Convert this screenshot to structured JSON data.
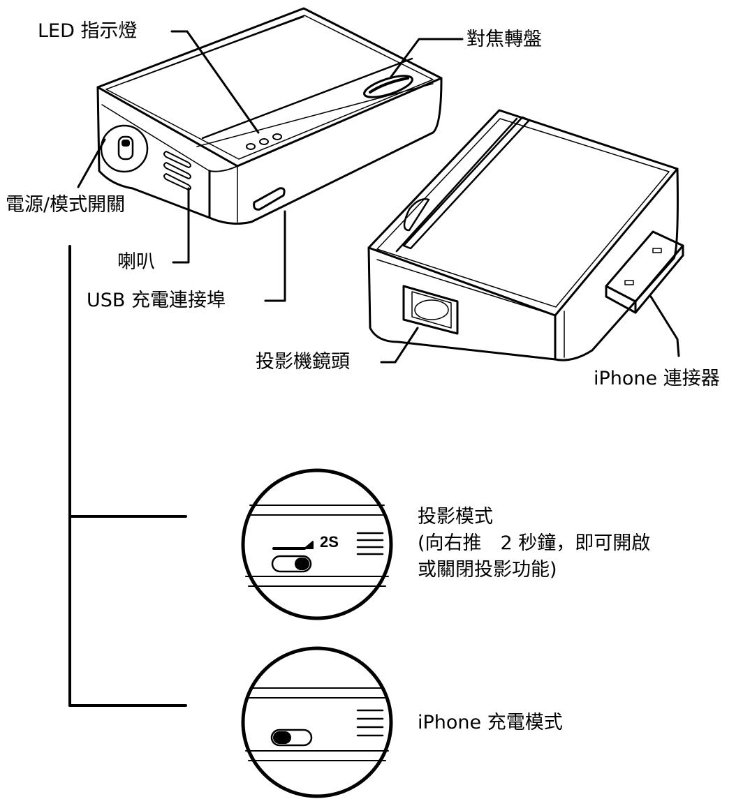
{
  "labels": {
    "led": "LED 指示燈",
    "focus": "對焦轉盤",
    "power_switch": "電源/模式開關",
    "speaker": "喇叭",
    "usb_port": "USB 充電連接埠",
    "lens": "投影機鏡頭",
    "iphone_connector": "iPhone 連接器"
  },
  "modes": {
    "projection": {
      "title": "投影模式",
      "detail_line1": "(向右推　2 秒鐘，即可開啟",
      "detail_line2": "或關閉投影功能)",
      "switch_badge": "2S"
    },
    "charging": {
      "title": "iPhone 充電模式"
    }
  },
  "colors": {
    "line": "#000000",
    "background": "#ffffff"
  }
}
